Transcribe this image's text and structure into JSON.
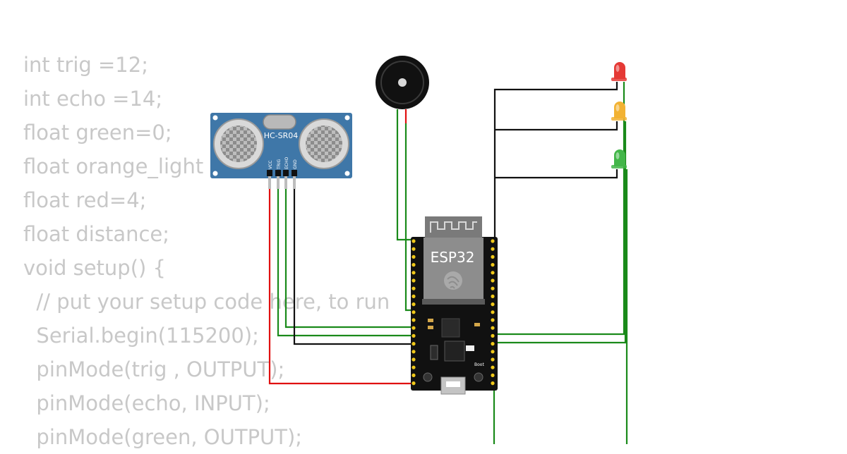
{
  "code_lines": [
    "int trig =12;",
    "int echo =14;",
    "float green=0;",
    "float orange_light",
    "float red=4;",
    "float distance;",
    "void setup() {",
    "  // put your setup code here, to run",
    "  Serial.begin(115200);",
    "  pinMode(trig , OUTPUT);",
    "  pinMode(echo, INPUT);",
    "  pinMode(green, OUTPUT);"
  ],
  "sensor": {
    "model": "HC-SR04",
    "pins": [
      "VCC",
      "TRIG",
      "ECHO",
      "GND"
    ],
    "color": "#3f77a8"
  },
  "board": {
    "label": "ESP32",
    "boot_label": "Boot"
  },
  "leds": [
    {
      "name": "red",
      "color": "#e53935"
    },
    {
      "name": "orange",
      "color": "#f2b233"
    },
    {
      "name": "green",
      "color": "#43b649"
    }
  ],
  "wire_colors": {
    "signal": "#1a8a1a",
    "power": "#e01010",
    "ground": "#111111"
  }
}
